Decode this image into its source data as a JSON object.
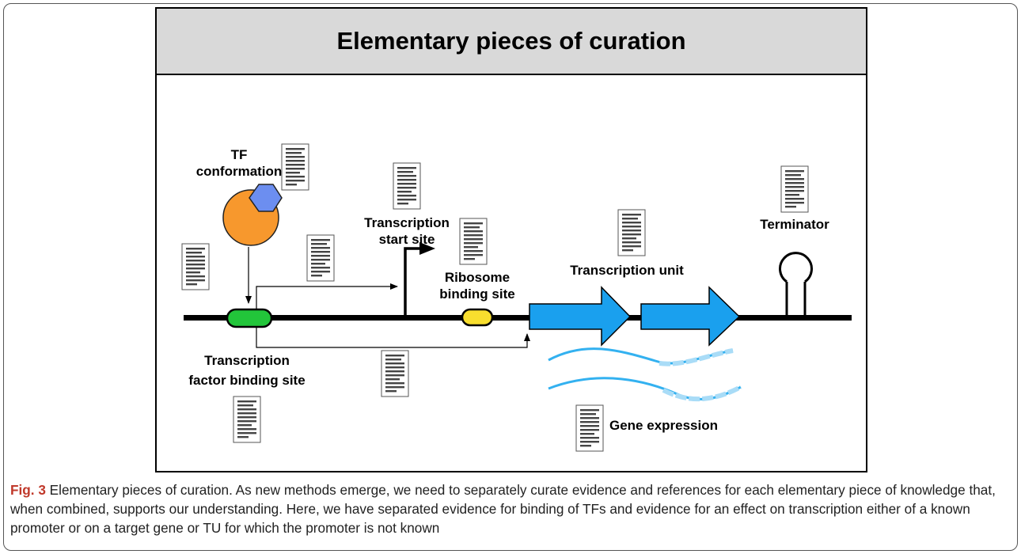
{
  "figure": {
    "title": "Elementary pieces of curation"
  },
  "labels": {
    "tf_conformation_1": "TF",
    "tf_conformation_2": "conformation",
    "tss_1": "Transcription",
    "tss_2": "start site",
    "rbs_1": "Ribosome",
    "rbs_2": "binding site",
    "transcription_unit": "Transcription unit",
    "terminator": "Terminator",
    "tfbs_1": "Transcription",
    "tfbs_2": "factor binding site",
    "gene_expression": "Gene expression"
  },
  "colors": {
    "tf_protein": "#f7982d",
    "tf_ligand": "#6c8ef0",
    "tf_binding_site": "#22c53a",
    "rbs": "#f8de2e",
    "gene_arrow": "#1aa0ee",
    "mrna": "#33b1f0",
    "caption_label": "#c0392b",
    "header_bg": "#d9d9d9"
  },
  "icons": {
    "reference_document": "document-icon",
    "promoter": "bent-arrow-icon",
    "terminator": "hairpin-loop-icon"
  },
  "caption": {
    "label": "Fig. 3",
    "text": " Elementary pieces of curation. As new methods emerge, we need to separately curate evidence and references for each elementary piece of knowledge that, when combined, supports our understanding. Here, we have separated evidence for binding of TFs and evidence for an effect on transcription either of a known promoter or on a target gene or TU for which the promoter is not known"
  }
}
